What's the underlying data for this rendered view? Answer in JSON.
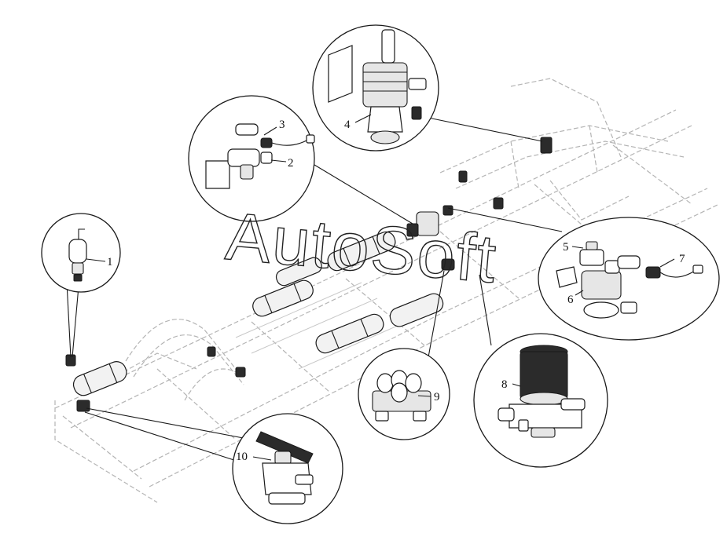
{
  "watermark": {
    "text": "AutoSoft"
  },
  "callouts": [
    {
      "id": "1",
      "label": "1"
    },
    {
      "id": "2",
      "label": "2"
    },
    {
      "id": "3",
      "label": "3"
    },
    {
      "id": "4",
      "label": "4"
    },
    {
      "id": "5",
      "label": "5"
    },
    {
      "id": "6",
      "label": "6"
    },
    {
      "id": "7",
      "label": "7"
    },
    {
      "id": "8",
      "label": "8"
    },
    {
      "id": "9",
      "label": "9"
    },
    {
      "id": "10",
      "label": "10"
    }
  ],
  "colors": {
    "line": "#1a1a1a",
    "frame": "#b4b4b4",
    "background": "#ffffff"
  }
}
